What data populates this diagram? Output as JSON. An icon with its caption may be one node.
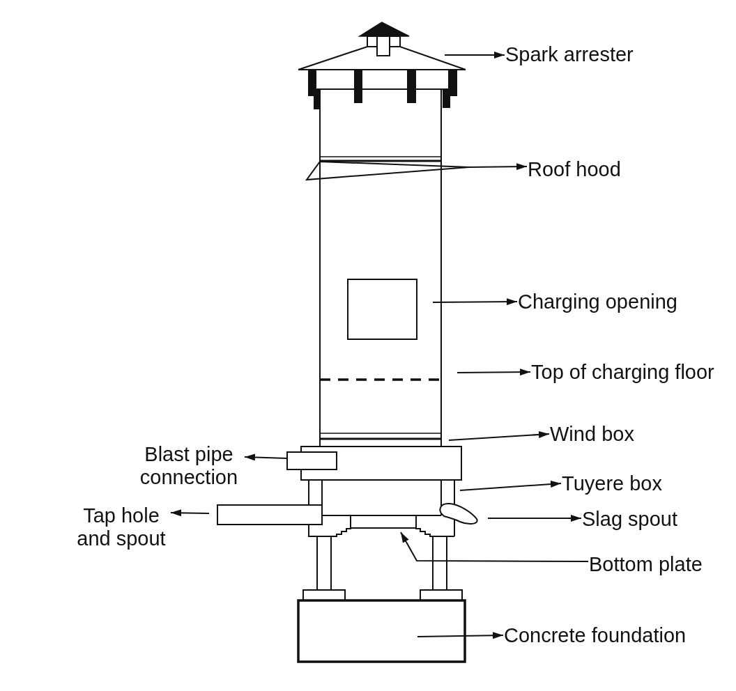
{
  "diagram": {
    "nodes": [
      {
        "text": [
          "Spark arrester"
        ]
      },
      {
        "text": [
          "Roof hood"
        ]
      },
      {
        "text": [
          "Charging opening"
        ]
      },
      {
        "text": [
          "Top of charging floor"
        ]
      },
      {
        "text": [
          "Wind box"
        ]
      },
      {
        "text": [
          "Blast pipe connection"
        ]
      },
      {
        "text": [
          "Tuyere box"
        ]
      },
      {
        "text": [
          "Tap hole and spout"
        ]
      },
      {
        "text": [
          "Slag spout"
        ]
      },
      {
        "text": [
          "Bottom plate"
        ]
      },
      {
        "text": [
          "Concrete foundation"
        ]
      }
    ],
    "edges": [
      {
        "from": null,
        "to": 0,
        "arrow": "to"
      },
      {
        "from": null,
        "to": 1,
        "arrow": "to"
      },
      {
        "from": null,
        "to": 2,
        "arrow": "to"
      },
      {
        "from": null,
        "to": 3,
        "arrow": "to"
      },
      {
        "from": null,
        "to": 4,
        "arrow": "to"
      },
      {
        "from": null,
        "to": 5,
        "arrow": "to"
      },
      {
        "from": null,
        "to": 6,
        "arrow": "to"
      },
      {
        "from": null,
        "to": 7,
        "arrow": "to"
      },
      {
        "from": null,
        "to": 8,
        "arrow": "to"
      },
      {
        "from": 9,
        "to": null,
        "arrow": "to"
      },
      {
        "from": null,
        "to": 10,
        "arrow": "to"
      }
    ]
  }
}
